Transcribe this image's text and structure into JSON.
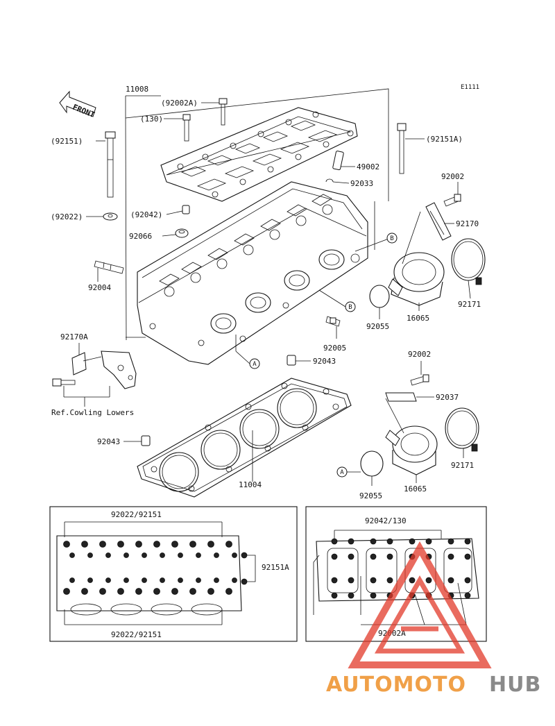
{
  "diagram_code": "E1111",
  "front_label": "FRONT",
  "callout_a": "A",
  "callout_b": "B",
  "ref_note": "Ref.Cowling Lowers",
  "labels": {
    "p11008": "11008",
    "p92002A_top": "(92002A)",
    "p130": "(130)",
    "p92151": "(92151)",
    "p92151A": "(92151A)",
    "p49002": "49002",
    "p92033": "92033",
    "p92002_top": "92002",
    "p92170": "92170",
    "p92022": "(92022)",
    "p92042": "(92042)",
    "p92066": "92066",
    "p92004": "92004",
    "p92055_top": "92055",
    "p16065_top": "16065",
    "p92171_top": "92171",
    "p92005": "92005",
    "p92170A": "92170A",
    "p92043_top": "92043",
    "p92002_mid": "92002",
    "p92037": "92037",
    "p92043_left": "92043",
    "p11004": "11004",
    "p92055_bot": "92055",
    "p16065_bot": "16065",
    "p92171_bot": "92171"
  },
  "inset_left": {
    "top_label": "92022/92151",
    "side_label": "92151A",
    "bottom_label": "92022/92151"
  },
  "inset_right": {
    "top_label": "92042/130",
    "bottom_label": "92002A"
  },
  "watermark": {
    "part1": "AUTOMOTO",
    "part2": "HUB",
    "color1": "#f0a048",
    "color2": "#8a8a8a",
    "triangle_color": "#e23a2a"
  }
}
